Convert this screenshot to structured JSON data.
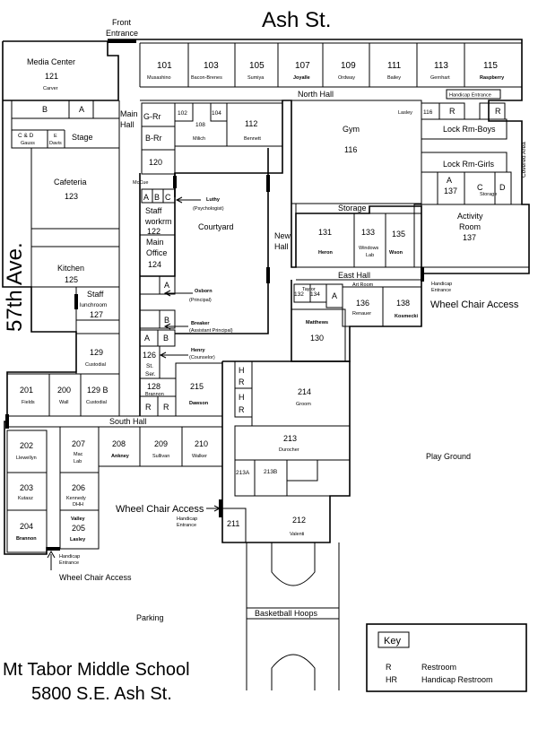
{
  "streets": {
    "ash": "Ash St.",
    "fiftyseventh": "57th Ave."
  },
  "labels": {
    "front_entrance_1": "Front",
    "front_entrance_2": "Entrance",
    "north_hall": "North Hall",
    "main_hall_1": "Main",
    "main_hall_2": "Hall",
    "new_hall_1": "New",
    "new_hall_2": "Hall",
    "east_hall": "East Hall",
    "south_hall": "South Hall",
    "courtyard": "Courtyard",
    "storage": "Storage",
    "covered_area": "Covered Area",
    "play_ground": "Play Ground",
    "parking": "Parking",
    "basketball_hoops": "Basketball Hoops",
    "handicap_entrance_1": "Handicap",
    "handicap_entrance_2": "Entrance",
    "handicap_entrance_inline": "Handicap Entrance",
    "wheelchair_access": "Wheel Chair Access",
    "mccue": "McCue"
  },
  "rooms": {
    "r101": {
      "num": "101",
      "name": "Musashino"
    },
    "r103": {
      "num": "103",
      "name": "Bacon-Brenes"
    },
    "r105": {
      "num": "105",
      "name": "Sumiya"
    },
    "r107": {
      "num": "107",
      "name": "Joyalle"
    },
    "r109": {
      "num": "109",
      "name": "Ordway"
    },
    "r111": {
      "num": "111",
      "name": "Bailey"
    },
    "r113": {
      "num": "113",
      "name": "Gernhart"
    },
    "r115": {
      "num": "115",
      "name": "Raspberry"
    },
    "media": {
      "name": "Media Center",
      "num": "121",
      "person": "Carver"
    },
    "cafeteria": {
      "name": "Cafeteria",
      "num": "123"
    },
    "kitchen": {
      "name": "Kitchen",
      "num": "125"
    },
    "staff_lunch": {
      "l1": "Staff",
      "l2": "lunchroom",
      "num": "127"
    },
    "stage": {
      "name": "Stage"
    },
    "cd": {
      "name": "C & D",
      "person": "Gauss"
    },
    "e_davis": {
      "name": "E",
      "person": "Davis"
    },
    "b": "B",
    "a": "A",
    "grr": "G-Rr",
    "brr": "B-Rr",
    "r102": "102",
    "r104": "104",
    "r108": {
      "num": "108",
      "name": "Milich"
    },
    "r112": {
      "num": "112",
      "name": "Bennett"
    },
    "r120": "120",
    "staff_work": {
      "l1": "Staff",
      "l2": "workrm",
      "num": "122"
    },
    "main_office": {
      "l1": "Main",
      "l2": "Office",
      "num": "124"
    },
    "gym": {
      "name": "Gym",
      "num": "116"
    },
    "r116": "116",
    "lasley": "Lasley",
    "r": "R",
    "hr": "H",
    "lock_boys": "Lock Rm-Boys",
    "lock_girls": "Lock Rm-Girls",
    "r137a": {
      "l1": "A",
      "l2": "137"
    },
    "c": "C",
    "d": "D",
    "activity": {
      "l1": "Activity",
      "l2": "Room",
      "num": "137"
    },
    "r131": {
      "num": "131",
      "name": "Heron"
    },
    "r133": {
      "num": "133",
      "name": "Windows",
      "name2": "Lab"
    },
    "r135": {
      "num": "135",
      "name": "Wson"
    },
    "r132": "132",
    "r134": "134",
    "taylor": "Taylor",
    "artroom": "Art Room",
    "r136": {
      "num": "136",
      "name": "Renauer"
    },
    "r138": {
      "num": "138",
      "name": "Kosmecki"
    },
    "r130": {
      "num": "130",
      "name": "Matthews"
    },
    "r126": {
      "num": "126",
      "l2": "St.",
      "l3": "Ser."
    },
    "r128": {
      "num": "128",
      "name": "Brannon"
    },
    "r215": {
      "num": "215",
      "name": "Dawson"
    },
    "r214": {
      "num": "214",
      "name": "Groom"
    },
    "r213": {
      "num": "213",
      "name": "Durocher"
    },
    "r213a": "213A",
    "r213b": "213B",
    "r212": {
      "num": "212",
      "name": "Valenti"
    },
    "r211": "211",
    "r129": {
      "num": "129",
      "name": "Custodial"
    },
    "r201": {
      "num": "201",
      "name": "Fields"
    },
    "r200": {
      "num": "200",
      "name": "Wall"
    },
    "r129b": {
      "num": "129 B",
      "name": "Custodial"
    },
    "r202": {
      "num": "202",
      "name": "Llewellyn"
    },
    "r203": {
      "num": "203",
      "name": "Kutasz"
    },
    "r204": {
      "num": "204",
      "name": "Brannon"
    },
    "r205": {
      "num": "205",
      "name": "Lasley",
      "over": "Valley"
    },
    "r206": {
      "num": "206",
      "name": "Kennedy",
      "name2": "DHH"
    },
    "r207": {
      "num": "207",
      "name": "Mac",
      "name2": "Lab"
    },
    "r208": {
      "num": "208",
      "name": "Ankney"
    },
    "r209": {
      "num": "209",
      "name": "Sullivan"
    },
    "r210": {
      "num": "210",
      "name": "Walker"
    }
  },
  "callouts": {
    "luthy": {
      "name": "Luthy",
      "role": "(Psychologist)"
    },
    "osborn": {
      "name": "Osborn",
      "role": "(Principal)"
    },
    "breaker": {
      "name": "Breaker",
      "role": "(Assistant Principal)"
    },
    "henry": {
      "name": "Henry",
      "role": "(Counselor)"
    }
  },
  "key": {
    "title": "Key",
    "r_symbol": "R",
    "r_label": "Restroom",
    "hr_symbol": "HR",
    "hr_label": "Handicap Restroom"
  },
  "school": {
    "name": "Mt Tabor Middle School",
    "address": "5800 S.E. Ash St."
  }
}
